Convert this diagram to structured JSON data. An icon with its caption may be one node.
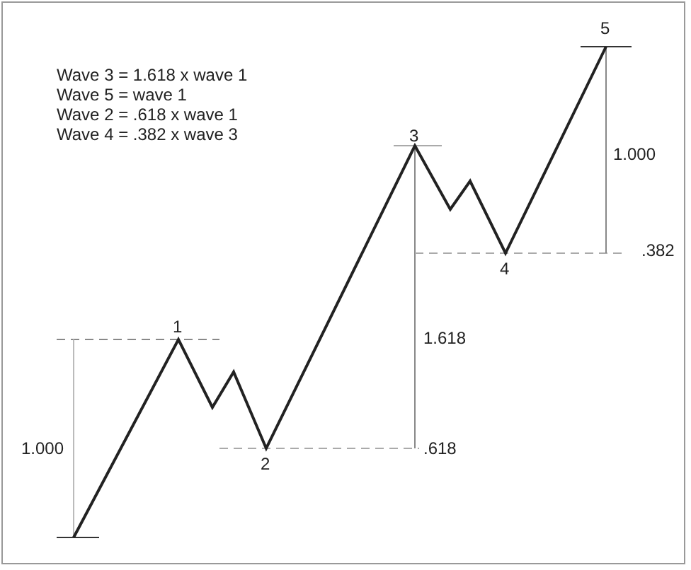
{
  "diagram": {
    "labels": [
      "Wave 3 = 1.618 x wave 1",
      "Wave 5 = wave 1",
      "Wave 2 = .618 x wave 1",
      "Wave 4 = .382 x wave 3",
      "5",
      "3",
      "1.000",
      "4",
      ".382",
      "1",
      "1.618",
      "1.000",
      ".618",
      "2"
    ]
  }
}
